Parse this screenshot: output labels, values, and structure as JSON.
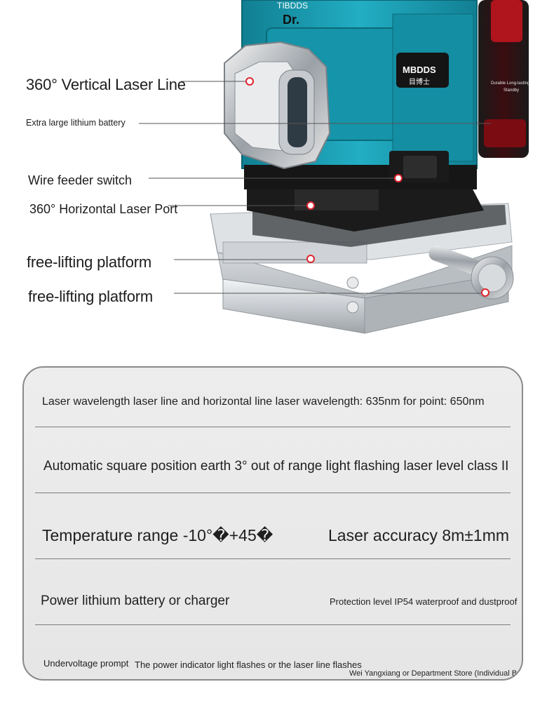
{
  "brand": {
    "dr_text": "Dr.",
    "logo_text": "MBDDS",
    "logo_sub": "目博士",
    "battery_note_1": "Durable Long-lasting",
    "battery_note_2": "Standby"
  },
  "callouts": [
    {
      "label": "360° Vertical Laser Line"
    },
    {
      "label": "Extra large lithium battery"
    },
    {
      "label": "Wire feeder switch"
    },
    {
      "label": "360° Horizontal Laser Port"
    },
    {
      "label": "free-lifting platform"
    },
    {
      "label": "free-lifting platform"
    }
  ],
  "specs": {
    "row1": "Laser wavelength laser line and horizontal line laser wavelength: 635nm for point: 650nm",
    "row2": "Automatic square position earth 3° out of range light flashing laser level class II",
    "row3_left": "Temperature range -10°�+45�",
    "row3_right": "Laser accuracy 8m±1mm",
    "row4_left": "Power lithium battery or charger",
    "row4_right": "Protection level IP54 waterproof and dustproof",
    "row5_a": "Undervoltage prompt",
    "row5_b": "The power indicator light flashes or the laser line flashes",
    "row5_c": "Wei Yangxiang or Department Store (Individual Business)"
  },
  "colors": {
    "body_teal": "#1a9fb5",
    "accent_red": "#d4202b",
    "platform_silver": "#c9cdd1",
    "callout_dot": "#e0242f"
  }
}
